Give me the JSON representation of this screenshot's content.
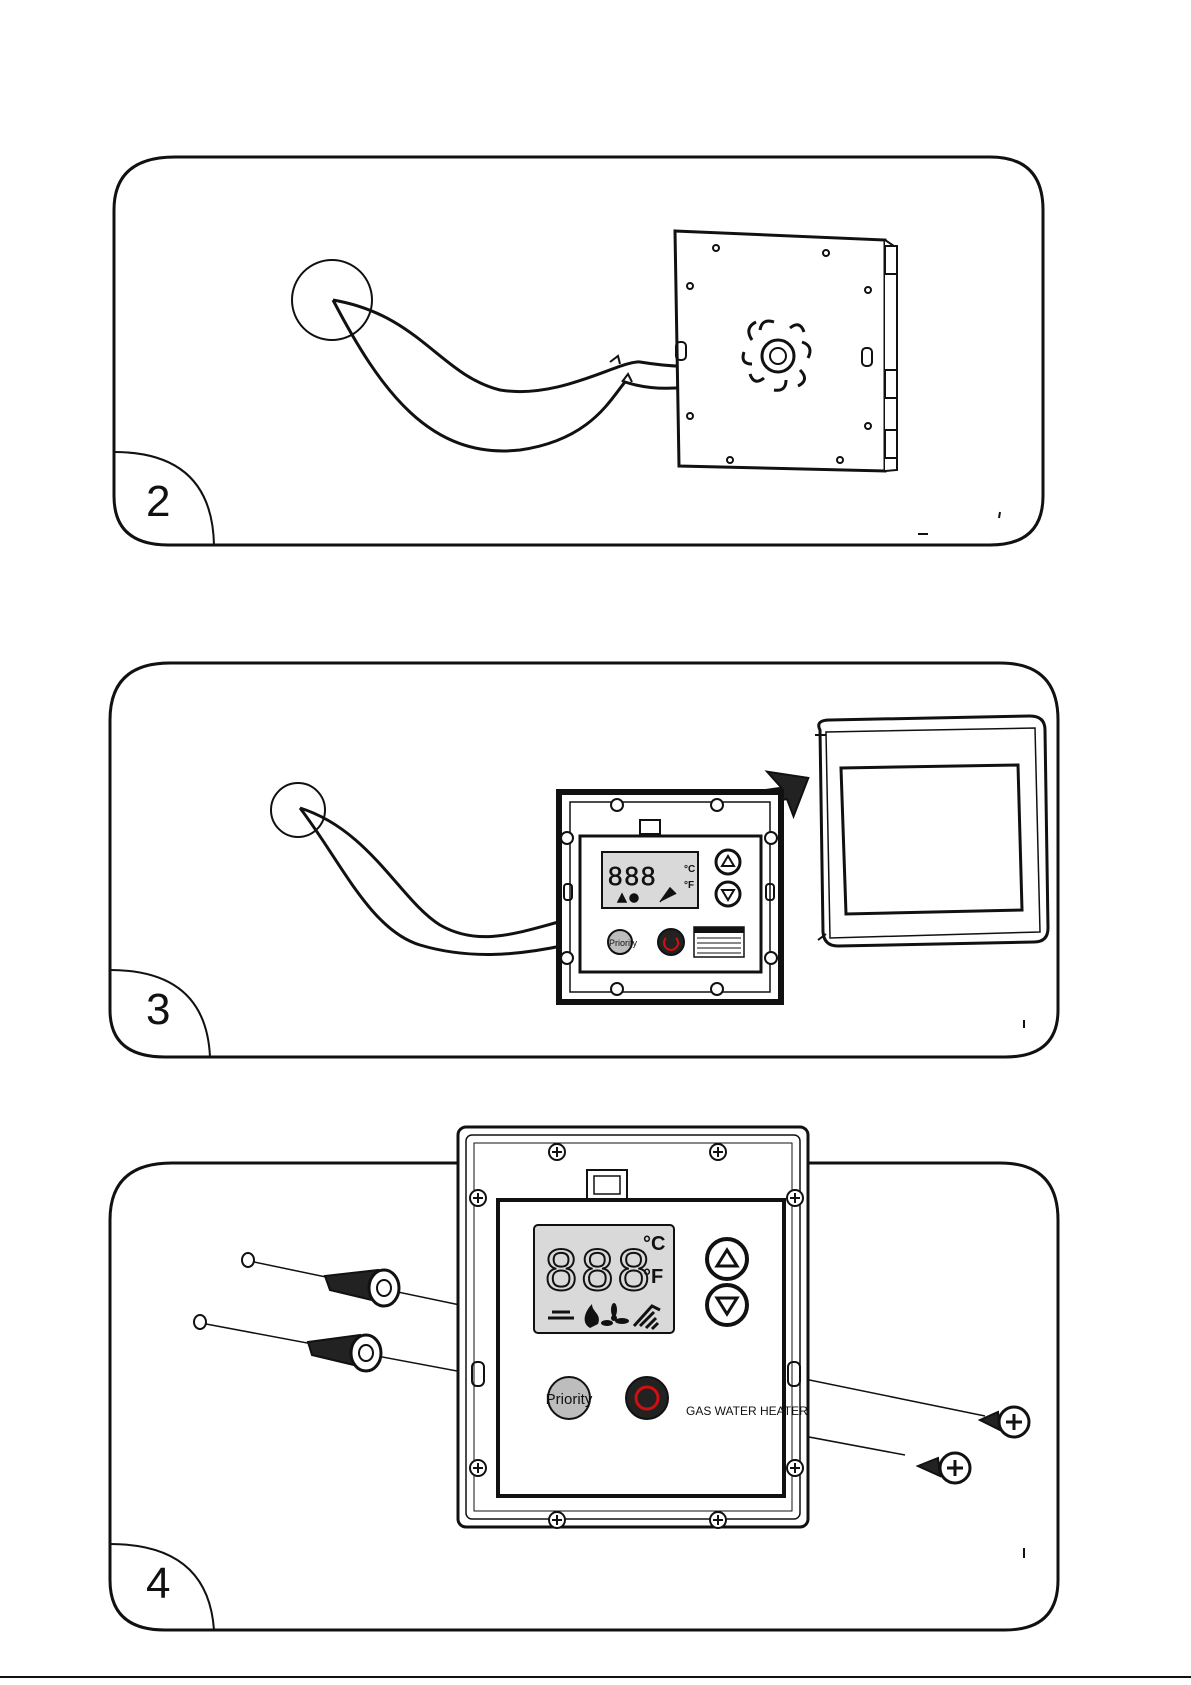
{
  "steps": [
    {
      "number": "2"
    },
    {
      "number": "3"
    },
    {
      "number": "4"
    }
  ],
  "controller": {
    "display_digits": "888",
    "unit_celsius": "°C",
    "unit_fahrenheit": "°F",
    "priority_label": "Priority",
    "product_label": "GAS WATER HEATER"
  },
  "colors": {
    "line": "#111111",
    "display_bg": "#d9d9d9",
    "panel_gray": "#bdbdbd",
    "power_red": "#d01010",
    "arrow_fill": "#222222"
  },
  "icons": [
    "up-arrow-icon",
    "down-arrow-icon",
    "flame-icon",
    "fan-icon",
    "shower-icon",
    "power-icon",
    "plus-screw-icon"
  ]
}
